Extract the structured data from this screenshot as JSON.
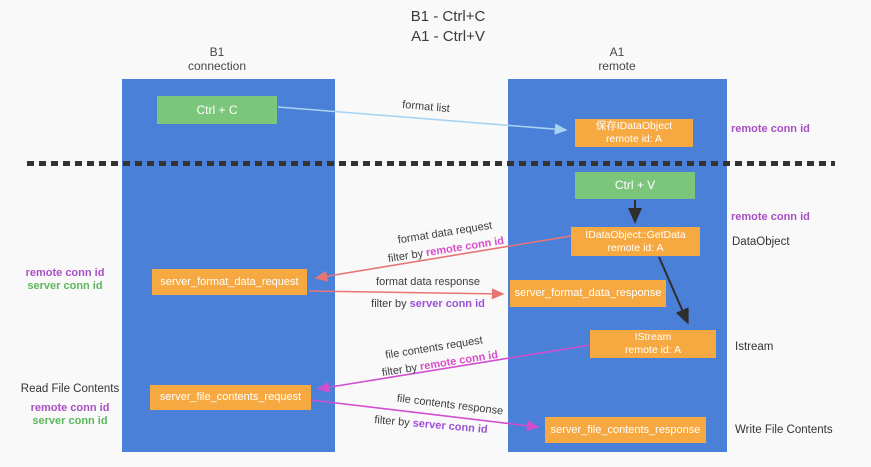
{
  "title": {
    "line1": "B1 - Ctrl+C",
    "line2": "A1 - Ctrl+V"
  },
  "lanes": {
    "left": {
      "name": "B1",
      "subtitle": "connection"
    },
    "right": {
      "name": "A1",
      "subtitle": "remote"
    }
  },
  "nodes": {
    "ctrl_c": {
      "label": "Ctrl + C"
    },
    "ctrl_v": {
      "label": "Ctrl + V"
    },
    "save_dataobject": {
      "line1": "保存IDataObject",
      "line2": "remote id: A"
    },
    "getdata": {
      "line1": "IDataObject::GetData",
      "line2": "remote id: A"
    },
    "istream": {
      "line1": "IStream",
      "line2": "remote id: A"
    },
    "format_request": {
      "label": "server_format_data_request"
    },
    "format_response": {
      "label": "server_format_data_response"
    },
    "file_request": {
      "label": "server_file_contents_request"
    },
    "file_response": {
      "label": "server_file_contents_response"
    }
  },
  "flows": {
    "format_list": "format list",
    "format_data_request": "format data request",
    "format_data_response": "format data response",
    "file_contents_request": "file contents request",
    "file_contents_response": "file contents response",
    "filter_by": "filter by ",
    "remote_conn_id": "remote conn id",
    "server_conn_id": "server conn id"
  },
  "side_labels": {
    "remote_conn_id": "remote conn id",
    "server_conn_id": "server conn id",
    "dataobject": "DataObject",
    "istream": "Istream",
    "read_file_contents": "Read File Contents",
    "write_file_contents": "Write File Contents"
  },
  "colors": {
    "lane_blue": "#4a80d8",
    "node_orange": "#f7a941",
    "node_green": "#7cc67c",
    "arrow_light_blue": "#a9d3f2",
    "arrow_red": "#e97573",
    "arrow_magenta": "#cf4fcf",
    "arrow_black": "#2e2e2e",
    "label_purple": "#a94fc4",
    "label_green": "#5cb85c",
    "label_magenta": "#d94ec9",
    "filter_purple": "#9b51d6"
  }
}
